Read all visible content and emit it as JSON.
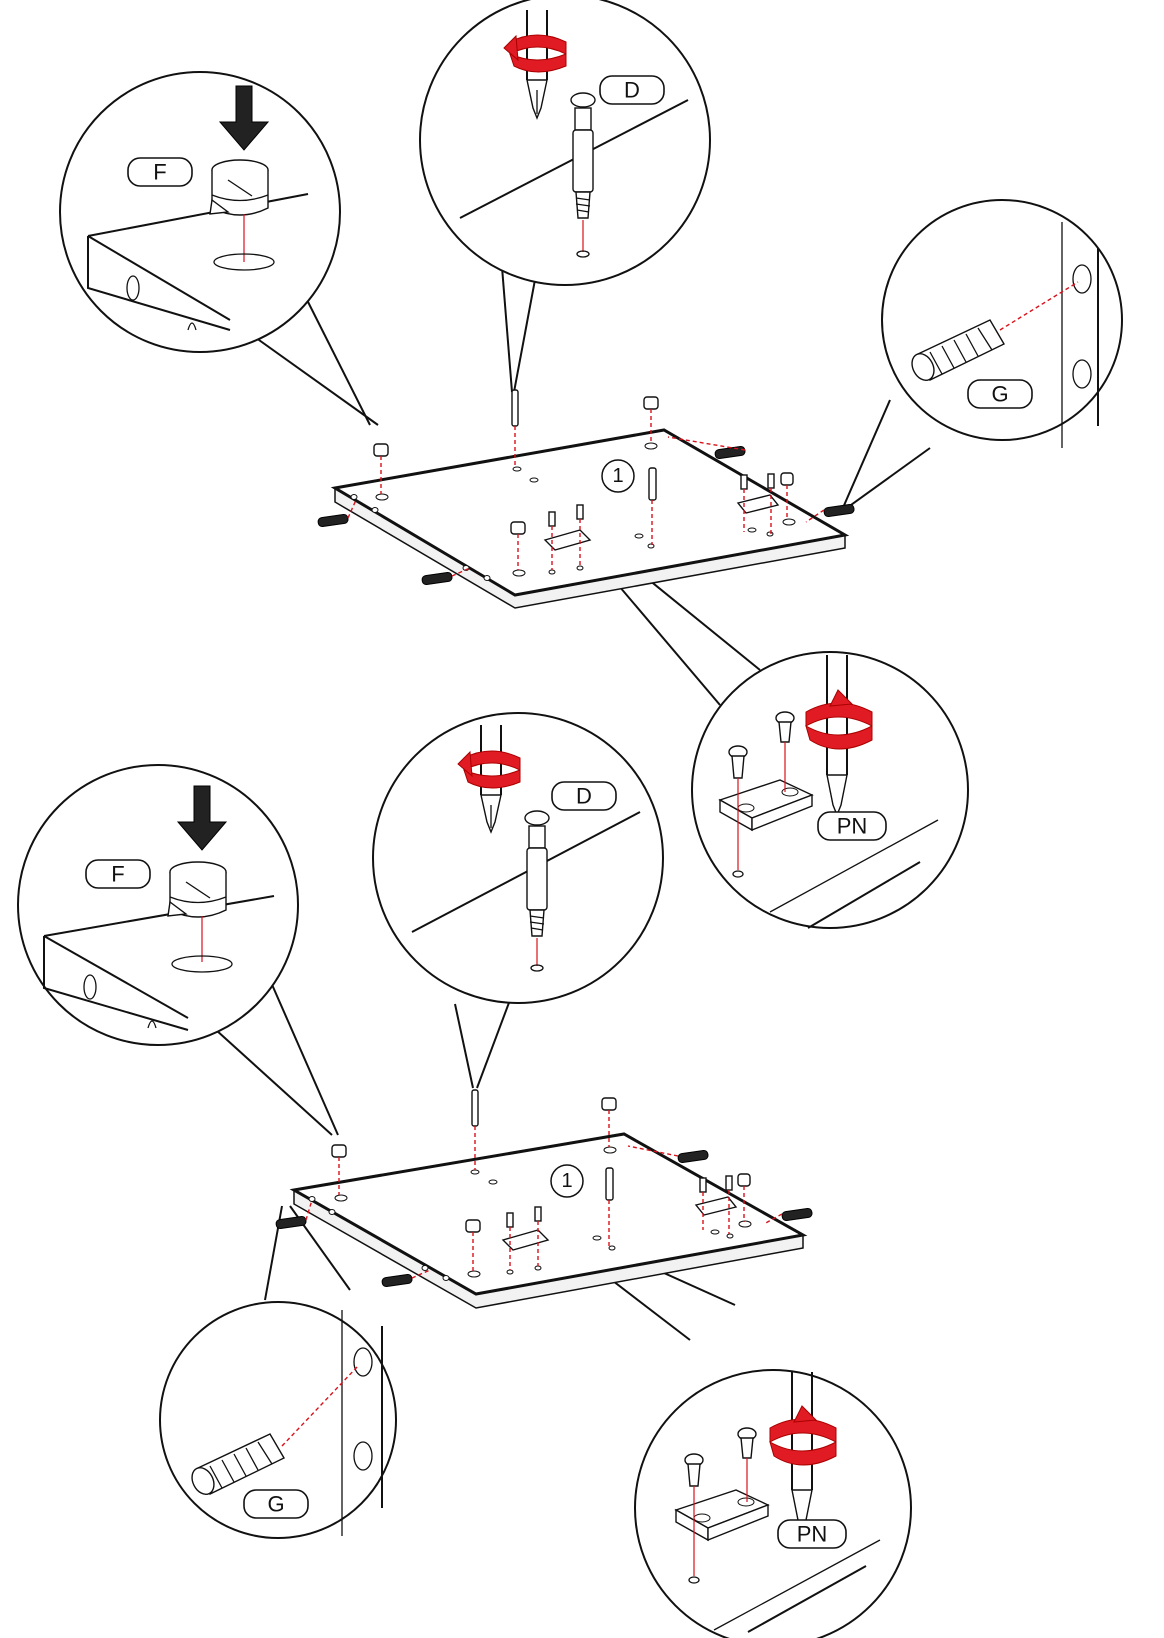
{
  "diagram": {
    "colors": {
      "line": "#111111",
      "guide": "#d8121b",
      "rotation_arrow": "#e01b24"
    },
    "parts": {
      "F": "F",
      "D": "D",
      "G": "G",
      "PN": "PN"
    },
    "step_number": "1",
    "upper_assembly": {
      "step": "1",
      "callouts": [
        "F",
        "D",
        "G",
        "PN"
      ]
    },
    "lower_assembly": {
      "step": "1",
      "callouts": [
        "F",
        "D",
        "G",
        "PN"
      ]
    }
  }
}
